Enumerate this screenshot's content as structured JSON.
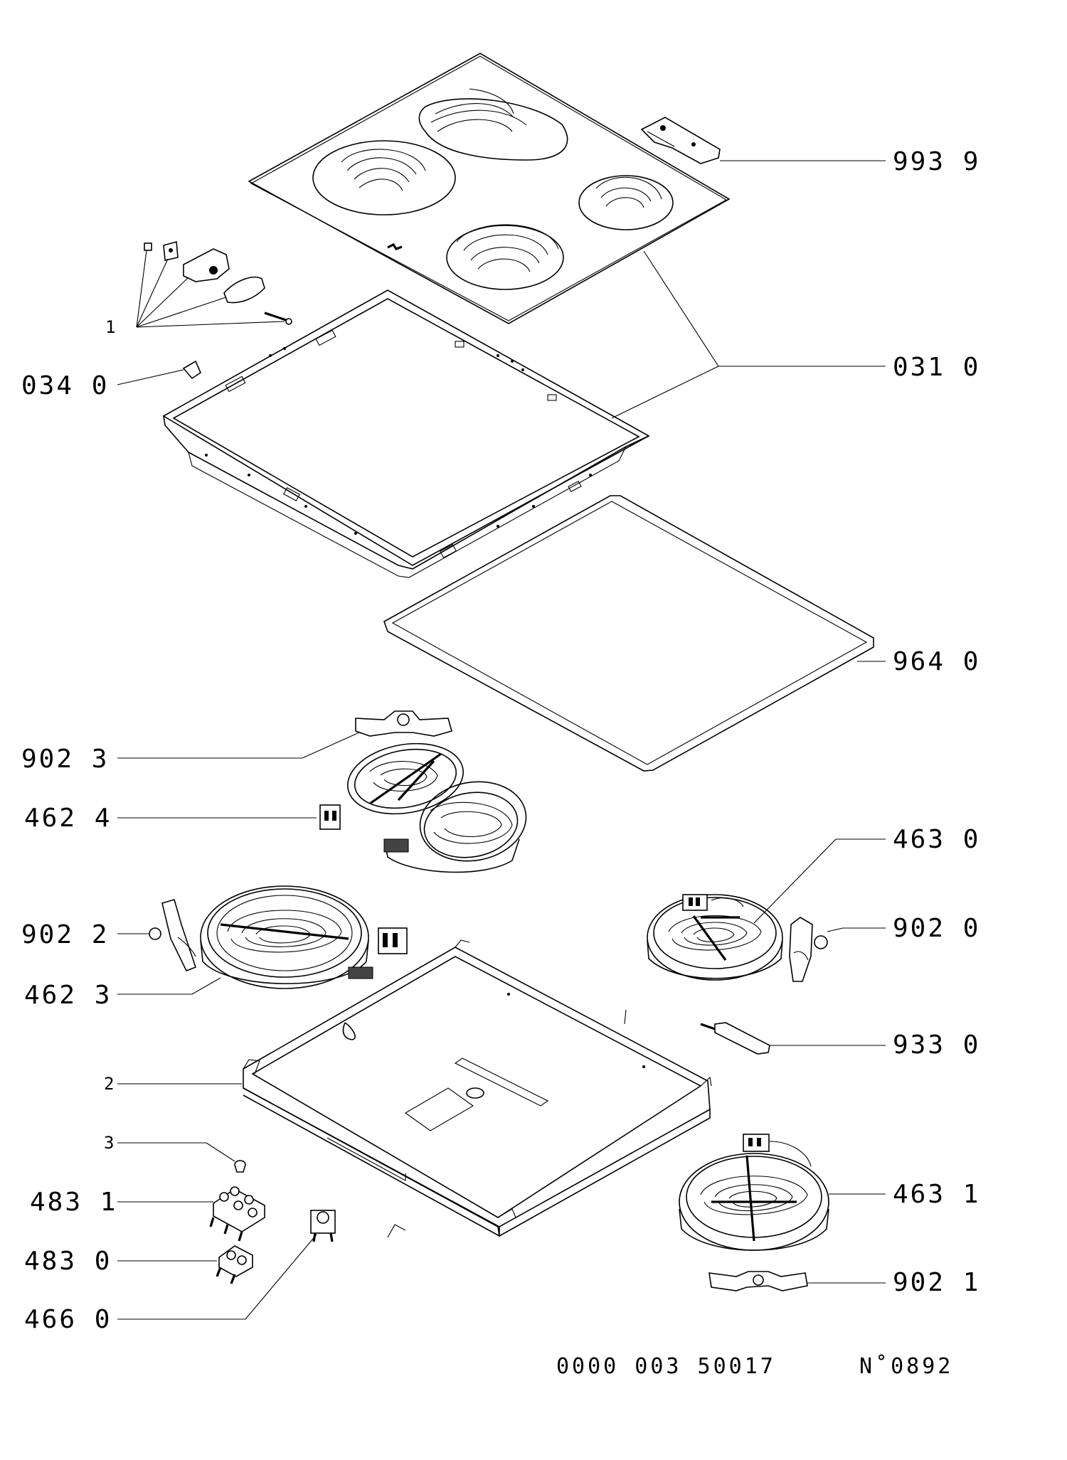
{
  "title": "",
  "callouts": {
    "c993_9": "993 9",
    "c1": "1",
    "c031_0": "031 0",
    "c034_0": "034 0",
    "c964_0": "964 0",
    "c902_3": "902 3",
    "c462_4": "462 4",
    "c463_0": "463 0",
    "c902_2": "902 2",
    "c902_0": "902 0",
    "c462_3": "462 3",
    "c933_0": "933 0",
    "c2": "2",
    "c3": "3",
    "c463_1": "463 1",
    "c483_1": "483 1",
    "c483_0": "483 0",
    "c902_1": "902 1",
    "c466_0": "466 0"
  },
  "footer": {
    "reference": "0000 003 50017",
    "number": "N˚0892"
  }
}
